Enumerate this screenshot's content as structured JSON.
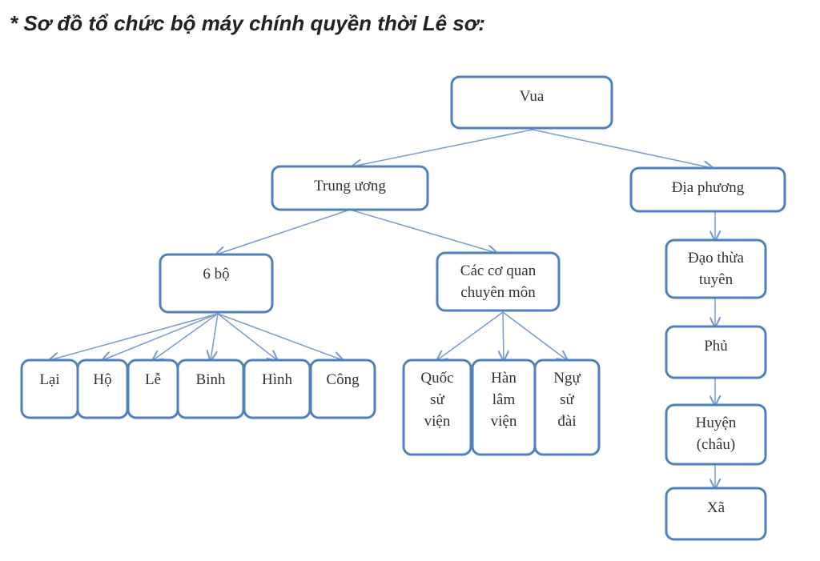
{
  "title": "* Sơ đồ tổ chức bộ máy chính quyền thời Lê sơ:",
  "colors": {
    "box_border": "#4f81bd",
    "arrow": "#7a9ccf",
    "text": "#333333"
  },
  "nodes": {
    "vua": [
      "Vua"
    ],
    "trung_uong": [
      "Trung ương"
    ],
    "dia_phuong": [
      "Địa phương"
    ],
    "sau_bo": [
      "6 bộ"
    ],
    "co_quan": [
      "Các cơ quan",
      "chuyên môn"
    ],
    "lai": [
      "Lại"
    ],
    "ho": [
      "Hộ"
    ],
    "le": [
      "Lễ"
    ],
    "binh": [
      "Binh"
    ],
    "hinh": [
      "Hình"
    ],
    "cong": [
      "Công"
    ],
    "quoc_su_vien": [
      "Quốc",
      "sử",
      "viện"
    ],
    "han_lam_vien": [
      "Hàn",
      "lâm",
      "viện"
    ],
    "ngu_su_dai": [
      "Ngự",
      "sử",
      "đài"
    ],
    "dao_thua_tuyen": [
      "Đạo thừa",
      "tuyên"
    ],
    "phu": [
      "Phủ"
    ],
    "huyen_chau": [
      "Huyện",
      "(châu)"
    ],
    "xa": [
      "Xã"
    ]
  }
}
